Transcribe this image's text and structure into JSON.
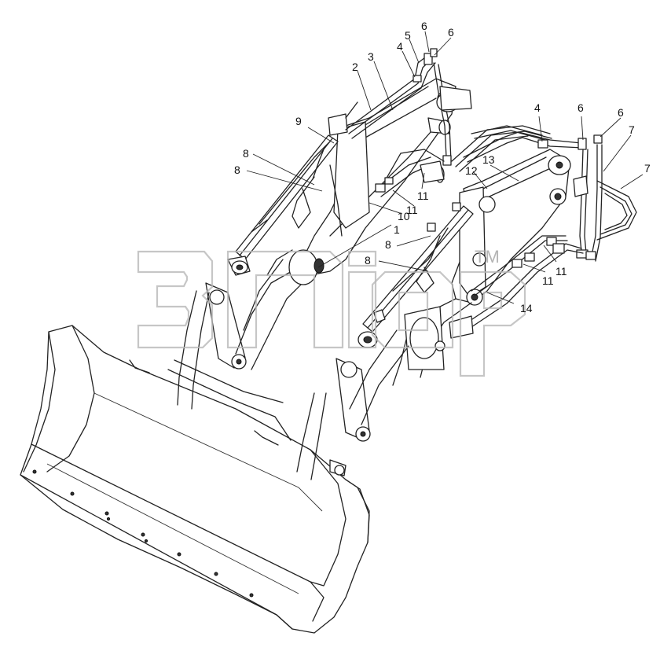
{
  "watermark": {
    "text": "ЗИП",
    "trademark": "TM",
    "color": "#b8b8b8"
  },
  "callouts": [
    {
      "id": "c5",
      "label": "5"
    },
    {
      "id": "c6a",
      "label": "6"
    },
    {
      "id": "c6b",
      "label": "6"
    },
    {
      "id": "c4a",
      "label": "4"
    },
    {
      "id": "c3",
      "label": "3"
    },
    {
      "id": "c2",
      "label": "2"
    },
    {
      "id": "c9",
      "label": "9"
    },
    {
      "id": "c8a",
      "label": "8"
    },
    {
      "id": "c8b",
      "label": "8"
    },
    {
      "id": "c11a",
      "label": "11"
    },
    {
      "id": "c11b",
      "label": "11"
    },
    {
      "id": "c10",
      "label": "10"
    },
    {
      "id": "c1",
      "label": "1"
    },
    {
      "id": "c8c",
      "label": "8"
    },
    {
      "id": "c8d",
      "label": "8"
    },
    {
      "id": "c12",
      "label": "12"
    },
    {
      "id": "c13",
      "label": "13"
    },
    {
      "id": "c4b",
      "label": "4"
    },
    {
      "id": "c6c",
      "label": "6"
    },
    {
      "id": "c6d",
      "label": "6"
    },
    {
      "id": "c7a",
      "label": "7"
    },
    {
      "id": "c7b",
      "label": "7"
    },
    {
      "id": "c11c",
      "label": "11"
    },
    {
      "id": "c11d",
      "label": "11"
    },
    {
      "id": "c14",
      "label": "14"
    }
  ]
}
